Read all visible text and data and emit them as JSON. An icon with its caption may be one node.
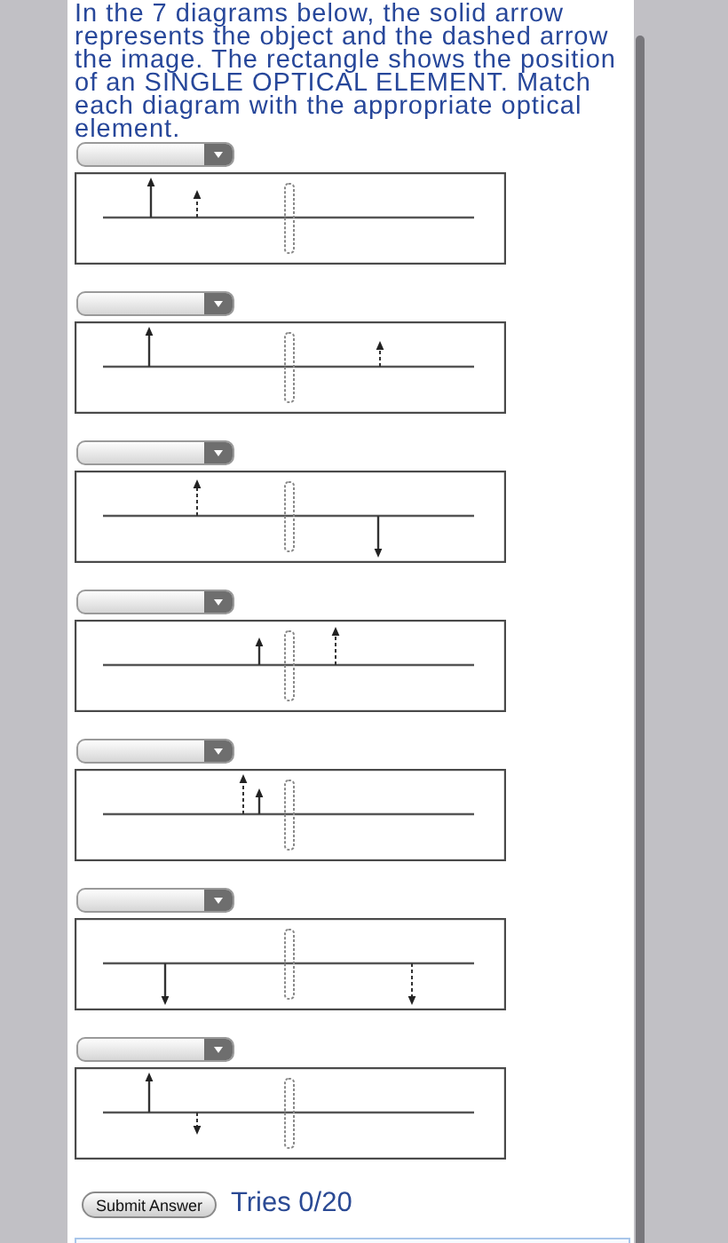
{
  "diagram": {
    "labels": [
      "In the 7 diagrams below, the solid arrow represents the object and the dashed arrow the image. The rectangle shows the position of an SINGLE OPTICAL ELEMENT. Match each diagram with the appropriate optical element.",
      "Submit Answer",
      "Tries 0/20"
    ]
  }
}
